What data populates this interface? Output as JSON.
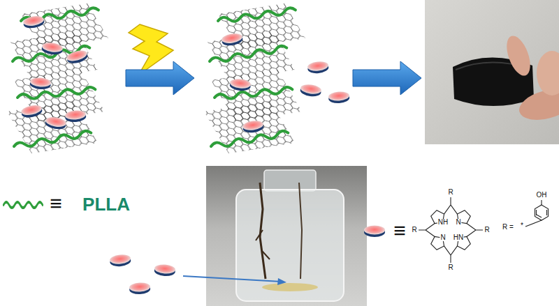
{
  "diagram": {
    "labels": [
      "≡",
      "PLLA",
      "≡",
      "R",
      "NH",
      "N",
      "R",
      "R",
      "N",
      "HN",
      "R",
      "R =",
      "*",
      "OH"
    ]
  }
}
